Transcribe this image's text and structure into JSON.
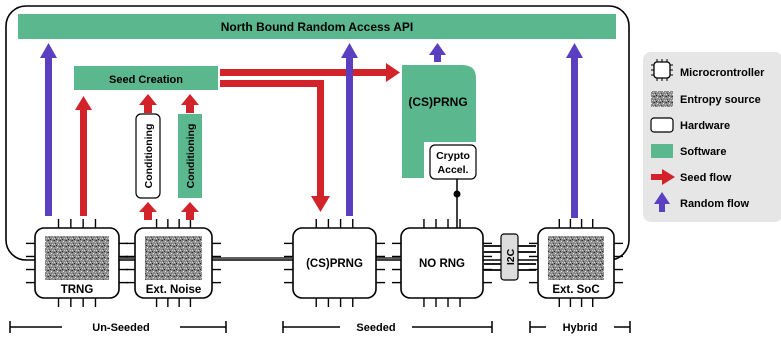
{
  "api_bar": {
    "label": "North Bound Random Access API"
  },
  "seed_creation": {
    "label": "Seed Creation"
  },
  "conditioning": [
    {
      "label": "Conditioning",
      "kind": "hardware"
    },
    {
      "label": "Conditioning",
      "kind": "software"
    }
  ],
  "prng_software": {
    "label": "(CS)PRNG"
  },
  "crypto_accel": {
    "line1": "Crypto",
    "line2": "Accel."
  },
  "chips": [
    {
      "id": "trng",
      "label": "TRNG",
      "has_entropy": true
    },
    {
      "id": "ext-noise",
      "label": "Ext. Noise",
      "has_entropy": true
    },
    {
      "id": "cs-prng",
      "label": "(CS)PRNG",
      "has_entropy": false
    },
    {
      "id": "no-rng",
      "label": "NO RNG",
      "has_entropy": false
    },
    {
      "id": "ext-soc",
      "label": "Ext. SoC",
      "has_entropy": true
    }
  ],
  "bus": {
    "label": "I2C"
  },
  "groups": [
    {
      "label": "Un-Seeded"
    },
    {
      "label": "Seeded"
    },
    {
      "label": "Hybrid"
    }
  ],
  "legend": {
    "items": [
      {
        "label": "Microcrontroller",
        "icon": "chip-icon"
      },
      {
        "label": "Entropy source",
        "icon": "entropy-icon"
      },
      {
        "label": "Hardware",
        "icon": "hardware-box-icon"
      },
      {
        "label": "Software",
        "icon": "software-box-icon"
      },
      {
        "label": "Seed flow",
        "icon": "seed-arrow-icon"
      },
      {
        "label": "Random flow",
        "icon": "random-arrow-icon"
      }
    ]
  },
  "colors": {
    "software": "#5bb88e",
    "seed_flow": "#d2232a",
    "random_flow": "#5a3fc0",
    "legend_bg": "#e6e6e6"
  }
}
